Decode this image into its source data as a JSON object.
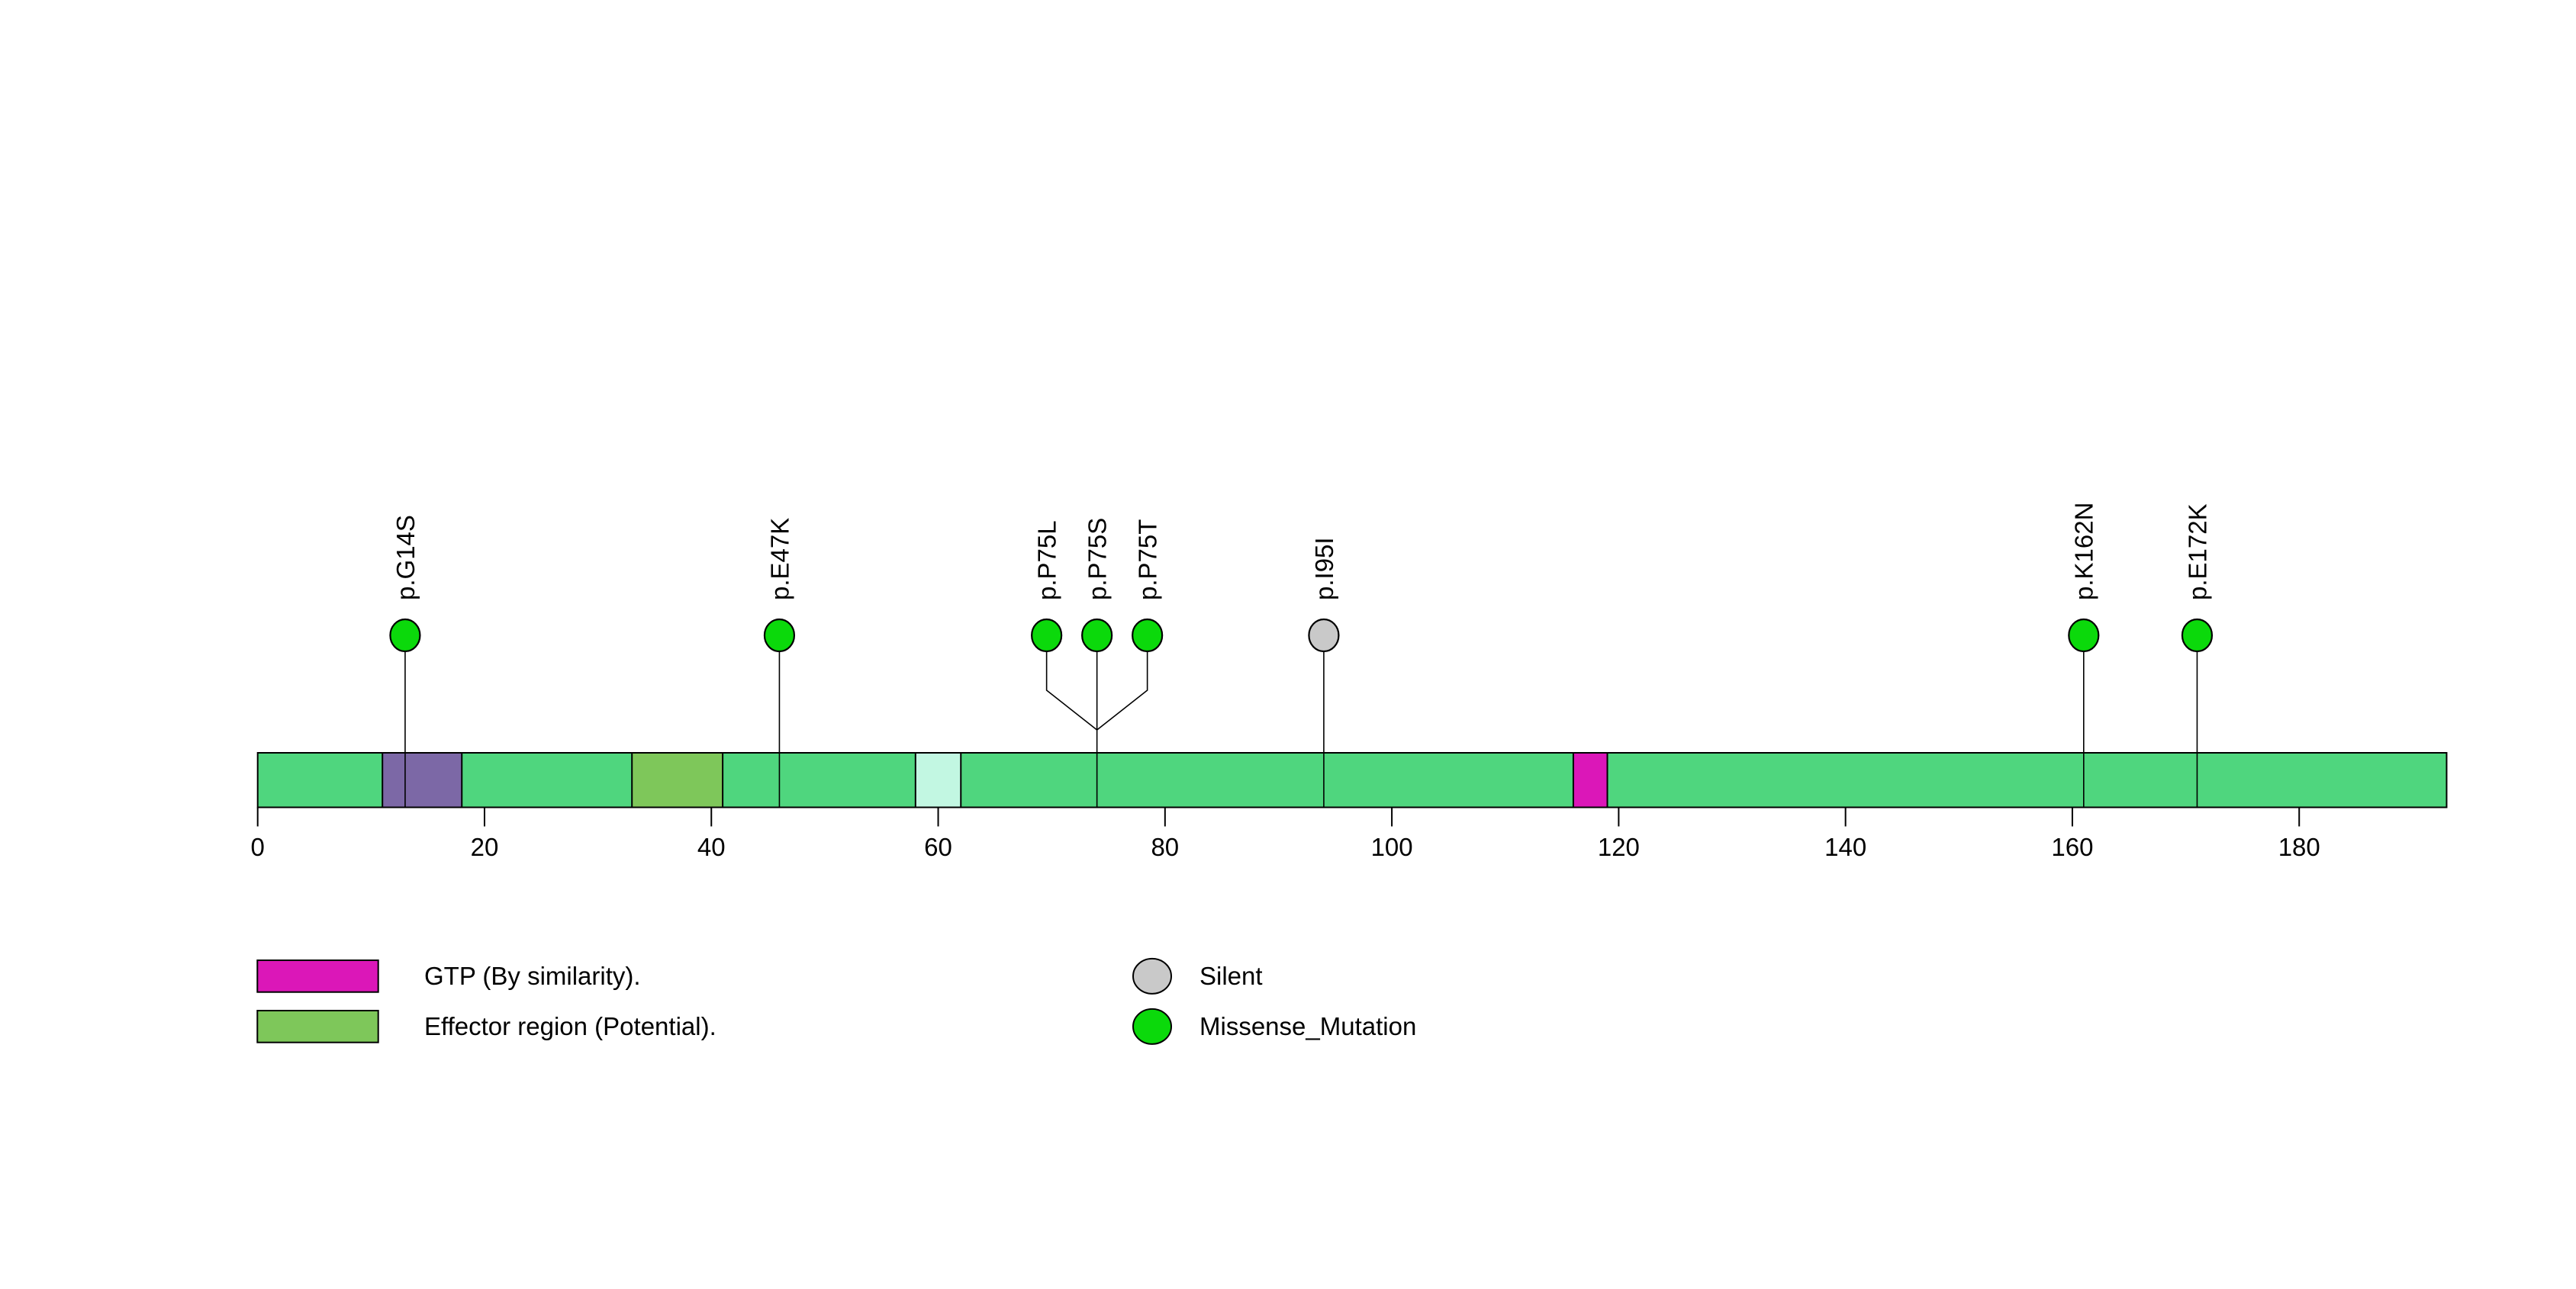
{
  "chart_data": {
    "type": "lollipop",
    "axis": {
      "ticks": [
        0,
        20,
        40,
        60,
        80,
        100,
        120,
        140,
        160,
        180
      ],
      "xlim": [
        0,
        193
      ]
    },
    "protein_bar": {
      "color": "#4FD67E",
      "length_aa": 193
    },
    "domains": [
      {
        "start": 12,
        "end": 18,
        "color": "#7C68A6",
        "label": ""
      },
      {
        "start": 34,
        "end": 41,
        "color": "#7EC75A",
        "label": "Effector region (Potential)."
      },
      {
        "start": 59,
        "end": 62,
        "color": "#C2F7E2",
        "label": ""
      },
      {
        "start": 117,
        "end": 119,
        "color": "#DB17B8",
        "label": "GTP (By similarity)."
      }
    ],
    "mutations": [
      {
        "label": "p.G14S",
        "position": 14,
        "type": "Missense_Mutation"
      },
      {
        "label": "p.E47K",
        "position": 47,
        "type": "Missense_Mutation"
      },
      {
        "label": "p.P75L",
        "position": 75,
        "type": "Missense_Mutation",
        "cluster_offset": -66
      },
      {
        "label": "p.P75S",
        "position": 75,
        "type": "Missense_Mutation",
        "cluster_offset": 0
      },
      {
        "label": "p.P75T",
        "position": 75,
        "type": "Missense_Mutation",
        "cluster_offset": 66
      },
      {
        "label": "p.I95I",
        "position": 95,
        "type": "Silent"
      },
      {
        "label": "p.K162N",
        "position": 162,
        "type": "Missense_Mutation"
      },
      {
        "label": "p.E172K",
        "position": 172,
        "type": "Missense_Mutation"
      }
    ],
    "mutation_type_colors": {
      "Missense_Mutation": "#0BD90B",
      "Silent": "#C9C9C9"
    },
    "legend": {
      "domain_entries": [
        {
          "label": "GTP (By similarity).",
          "color": "#DB17B8"
        },
        {
          "label": "Effector region (Potential).",
          "color": "#7EC75A"
        }
      ],
      "mutation_entries": [
        {
          "label": "Silent",
          "color": "#C9C9C9"
        },
        {
          "label": "Missense_Mutation",
          "color": "#0BD90B"
        }
      ]
    }
  }
}
